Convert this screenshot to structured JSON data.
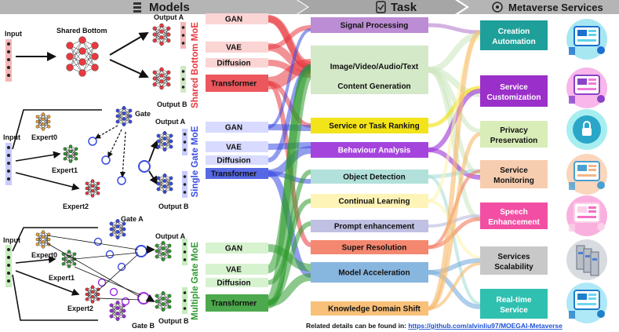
{
  "header": {
    "models": "Models",
    "task": "Task",
    "services": "Metaverse Services"
  },
  "moe_groups": [
    {
      "title": "Shared Bottom MoE",
      "color": "#e8393f",
      "labels": {
        "input": "Input",
        "bottom": "Shared Bottom",
        "out_a": "Output A",
        "out_b": "Output B"
      },
      "models": [
        "GAN",
        "VAE",
        "Diffusion",
        "Transformer"
      ]
    },
    {
      "title": "Single Gate MoE",
      "color": "#3a4de0",
      "labels": {
        "input": "Input",
        "gate": "Gate",
        "expert0": "Expert0",
        "expert1": "Expert1",
        "expert2": "Expert2",
        "out_a": "Output A",
        "out_b": "Output B"
      },
      "models": [
        "GAN",
        "VAE",
        "Diffusion",
        "Transformer"
      ]
    },
    {
      "title": "Multiple Gate MoE",
      "color": "#2e9a2e",
      "labels": {
        "input": "Input",
        "gate_a": "Gate A",
        "gate_b": "Gate B",
        "expert0": "Expert0",
        "expert1": "Expert1",
        "expert2": "Expert2",
        "out_a": "Output A",
        "out_b": "Output B"
      },
      "models": [
        "GAN",
        "VAE",
        "Diffusion",
        "Transformer"
      ]
    }
  ],
  "tasks": [
    {
      "label": "Signal Processing",
      "color": "#b57fcf"
    },
    {
      "label": "Image/Video/Audio/Text",
      "label2": "Content Generation",
      "color": "#cfe7c2"
    },
    {
      "label": "Service or Task Ranking",
      "color": "#f2e000"
    },
    {
      "label": "Behaviour Analysis",
      "color": "#9b30d9"
    },
    {
      "label": "Object Detection",
      "color": "#a8ded6"
    },
    {
      "label": "Continual Learning",
      "color": "#fff3b0"
    },
    {
      "label": "Prompt enhancement",
      "color": "#b9b9e0"
    },
    {
      "label": "Super Resolution",
      "color": "#f37a5f"
    },
    {
      "label": "Model Acceleration",
      "color": "#7aaedc"
    },
    {
      "label": "Knowledge Domain Shift",
      "color": "#f7b96a"
    }
  ],
  "services": [
    {
      "label": "Creation",
      "label2": "Automation",
      "color": "#1f9f9a"
    },
    {
      "label": "Service",
      "label2": "Customization",
      "color": "#9b2fc9"
    },
    {
      "label": "Privacy",
      "label2": "Preservation",
      "color": "#d9edb8"
    },
    {
      "label": "Service",
      "label2": "Monitoring",
      "color": "#f7cdb0"
    },
    {
      "label": "Speech",
      "label2": "Enhancement",
      "color": "#f24fa4"
    },
    {
      "label": "Services",
      "label2": "Scalability",
      "color": "#c8c8c8"
    },
    {
      "label": "Real-time",
      "label2": "Service",
      "color": "#2fc0b0"
    }
  ],
  "footer": {
    "prefix": "Related details can be found in: ",
    "link": "https://github.com/alvinliu97/MOEGAI-Metaverse"
  }
}
